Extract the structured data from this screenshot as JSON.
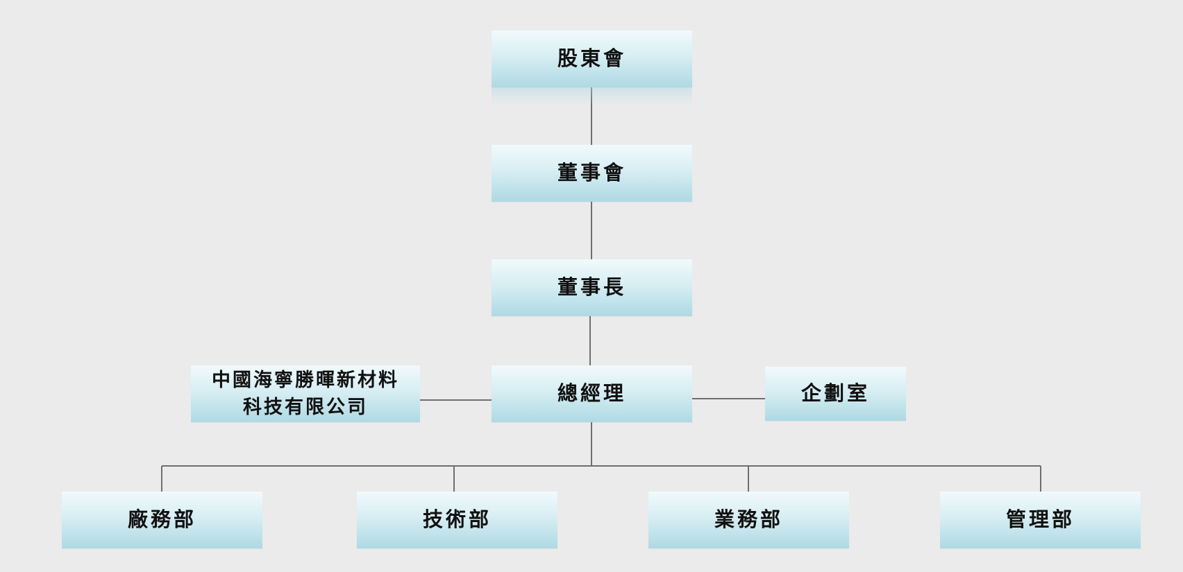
{
  "org_chart": {
    "shareholders": "股東會",
    "board": "董事會",
    "chairman": "董事長",
    "general_manager": "總經理",
    "subsidiary": {
      "line1": "中國海寧勝暉新材料",
      "line2": "科技有限公司"
    },
    "planning_office": "企劃室",
    "departments": {
      "factory": "廠務部",
      "technology": "技術部",
      "sales": "業務部",
      "administration": "管理部"
    }
  },
  "colors": {
    "background": "#ebebeb",
    "box_top": "#f1fafc",
    "box_bottom": "#aed9e3",
    "connector": "#6e6e6e",
    "text": "#111111"
  }
}
